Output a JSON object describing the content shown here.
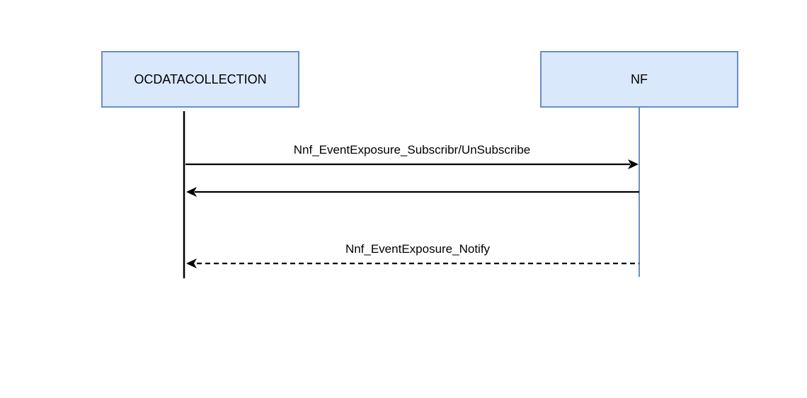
{
  "diagram": {
    "kind": "sequence-diagram",
    "actors": [
      {
        "label": "OCDATACOLLECTION"
      },
      {
        "label": "NF"
      }
    ],
    "messages": [
      {
        "label": "Nnf_EventExposure_Subscribr/UnSubscribe",
        "from": "OCDATACOLLECTION",
        "to": "NF",
        "line": "solid",
        "direction": "right"
      },
      {
        "label": "",
        "from": "NF",
        "to": "OCDATACOLLECTION",
        "line": "solid",
        "direction": "left"
      },
      {
        "label": "Nnf_EventExposure_Notify",
        "from": "NF",
        "to": "OCDATACOLLECTION",
        "line": "dashed",
        "direction": "left"
      }
    ],
    "colors": {
      "actor_fill": "#dae8fc",
      "actor_border": "#6c8ebf",
      "left_lifeline": "#000000",
      "right_lifeline": "#6c8ebf",
      "arrow": "#000000",
      "text": "#000000",
      "background": "#ffffff"
    }
  }
}
